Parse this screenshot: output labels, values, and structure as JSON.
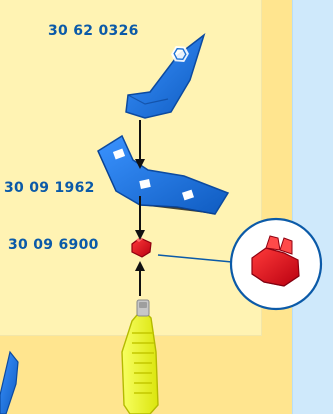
{
  "labels": {
    "part_top": "30 62 0326",
    "part_mid": "30 09 1962",
    "part_bot": "30 09 6900"
  },
  "colors": {
    "background_outer": "#ffe58f",
    "background_inner": "#fff3b3",
    "side_stripe": "#cfe9fb",
    "label_text": "#0b5aa8",
    "blue_part": "#1e73d6",
    "red_part": "#d8161c",
    "yellow_part": "#f1f43a"
  },
  "icons": {
    "top_part": "blue-wing-piece-icon",
    "middle_part": "blue-bracket-plate-icon",
    "connector": "red-connector-icon",
    "detail": "red-connector-detail-icon",
    "bottom_part": "yellow-handle-icon"
  }
}
